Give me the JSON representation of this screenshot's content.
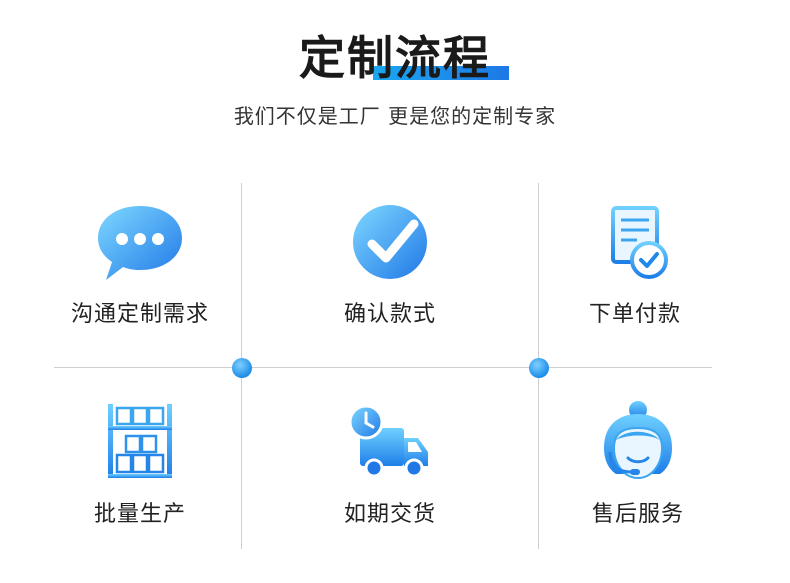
{
  "header": {
    "title": "定制流程",
    "subtitle": "我们不仅是工厂 更是您的定制专家"
  },
  "colors": {
    "accent_start": "#1aa7f0",
    "accent_end": "#1e78e6",
    "grid_line": "#cfcfcf"
  },
  "steps": [
    {
      "label": "沟通定制需求",
      "icon": "chat-bubble-icon"
    },
    {
      "label": "确认款式",
      "icon": "checkmark-circle-icon"
    },
    {
      "label": "下单付款",
      "icon": "document-check-icon"
    },
    {
      "label": "批量生产",
      "icon": "warehouse-shelf-icon"
    },
    {
      "label": "如期交货",
      "icon": "delivery-truck-icon"
    },
    {
      "label": "售后服务",
      "icon": "customer-service-icon"
    }
  ]
}
